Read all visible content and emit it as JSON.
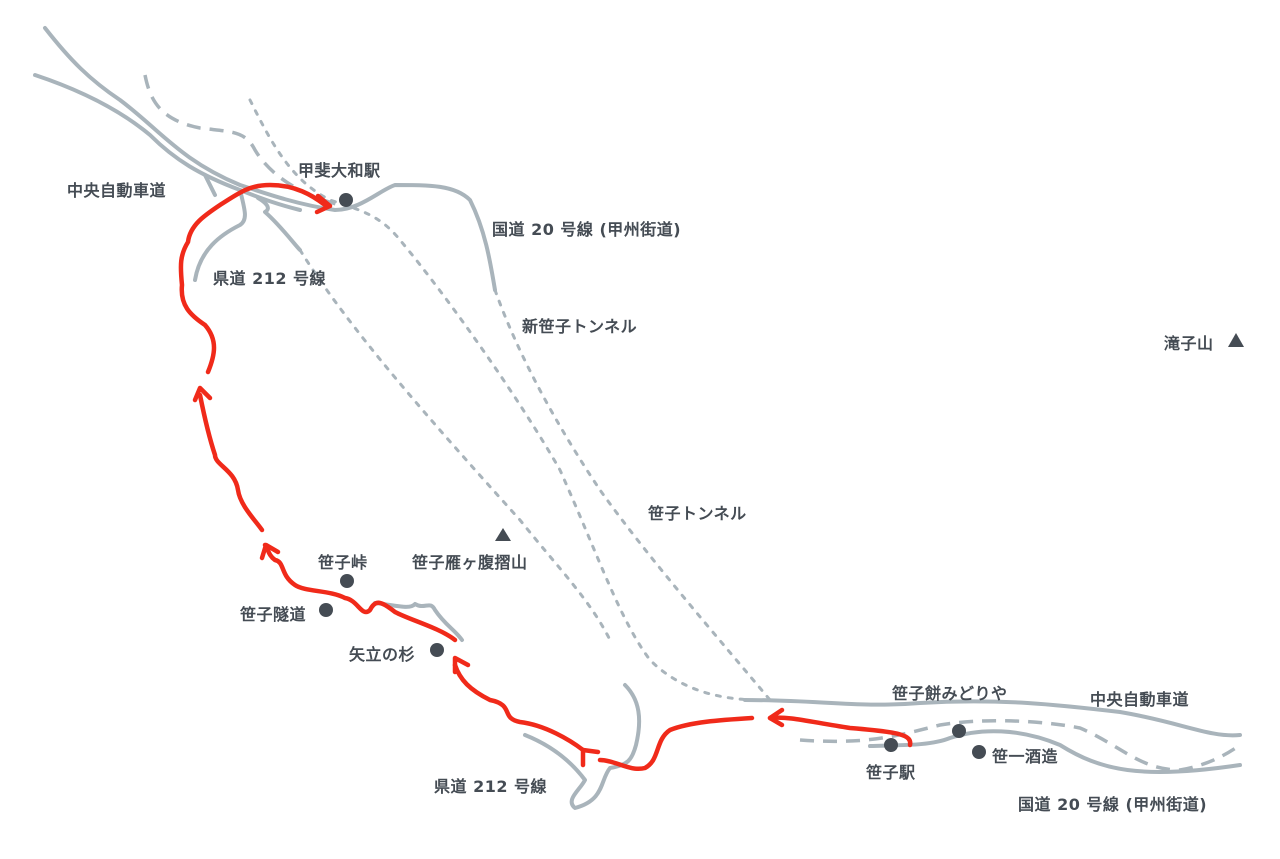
{
  "colors": {
    "road": "#a9b4bb",
    "route": "#f02a1a",
    "text": "#454c54"
  },
  "labels": {
    "kai_yamato_station": "甲斐大和駅",
    "chuo_expressway_north": "中央自動車道",
    "route20_north": "国道 20 号線 (甲州街道)",
    "pref212_north": "県道 212 号線",
    "shin_sasago_tunnel": "新笹子トンネル",
    "mt_takigo": "滝子山",
    "sasago_tunnel": "笹子トンネル",
    "sasago_pass": "笹子峠",
    "mt_sasago_gangaharasuri": "笹子雁ヶ腹摺山",
    "sasago_zuido": "笹子隧道",
    "yatate_cedar": "矢立の杉",
    "pref212_south": "県道 212 号線",
    "sasago_mochi_midoriya": "笹子餅みどりや",
    "chuo_expressway_south": "中央自動車道",
    "sasago_station": "笹子駅",
    "sasaichi_brewery": "笹一酒造",
    "route20_south": "国道 20 号線 (甲州街道)"
  },
  "icons": {
    "mountain": "triangle",
    "poi": "circle"
  }
}
